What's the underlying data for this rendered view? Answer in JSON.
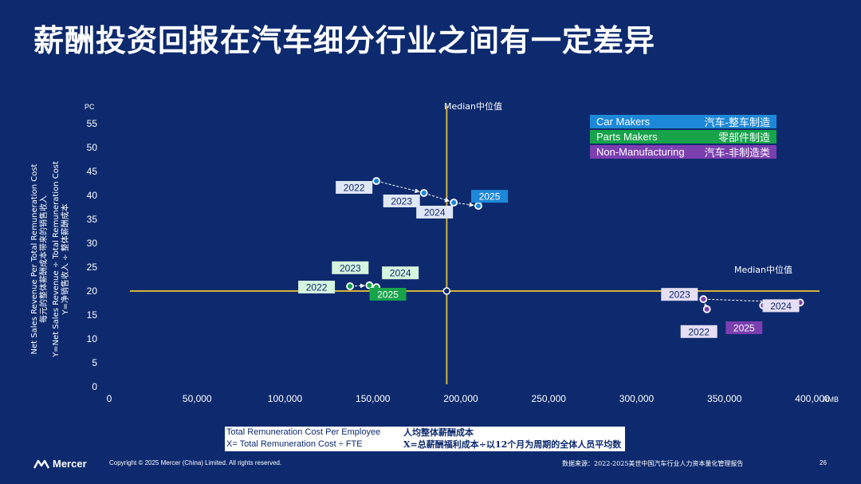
{
  "title": "薪酬投资回报在汽车细分行业之间有一定差异",
  "colors": {
    "background": "#0d2a6e",
    "median_line": "#d4b23a",
    "car_makers": "#1e88d8",
    "parts_makers": "#17a34a",
    "non_manufacturing": "#7b3fb0",
    "year_label_bg": "#dfe6f5",
    "parts_year_label_bg": "#d6f5df",
    "non_mfg_year_label_bg": "#e6def5"
  },
  "legend": [
    {
      "en": "Car Makers",
      "zh": "汽车-整车制造",
      "color": "#1e88d8"
    },
    {
      "en": "Parts Makers",
      "zh": "零部件制造",
      "color": "#17a34a"
    },
    {
      "en": "Non-Manufacturing",
      "zh": "汽车-非制造类",
      "color": "#7b3fb0"
    }
  ],
  "chart_data": {
    "type": "scatter",
    "xlim": [
      0,
      410000
    ],
    "ylim": [
      0,
      55
    ],
    "x_ticks": [
      0,
      50000,
      100000,
      150000,
      200000,
      250000,
      300000,
      350000,
      400000
    ],
    "x_tick_labels": [
      "0",
      "50,000",
      "100,000",
      "150,000",
      "200,000",
      "250,000",
      "300,000",
      "350,000",
      "400,000"
    ],
    "y_ticks": [
      0,
      5,
      10,
      15,
      20,
      25,
      30,
      35,
      40,
      45,
      50,
      55
    ],
    "x_unit": "RMB",
    "y_unit": "PC",
    "ylabel_lines": [
      "Net Sales Revenue Per Total Remuneration Cost",
      "每元的整体薪酬成本带来的销售收入",
      "Y=Net Sales Revenue ÷ Total Remuneration Cost",
      "Y=净销售收入 ÷ 整体薪酬成本"
    ],
    "median_x": 192000,
    "median_y": 20,
    "median_label": "Median中位值",
    "series": [
      {
        "name": "Car Makers",
        "color": "#1e88d8",
        "points": [
          {
            "year": "2022",
            "x": 152000,
            "y": 43
          },
          {
            "year": "2023",
            "x": 179000,
            "y": 40.5
          },
          {
            "year": "2024",
            "x": 196000,
            "y": 38.5
          },
          {
            "year": "2025",
            "x": 210000,
            "y": 37.8
          }
        ]
      },
      {
        "name": "Parts Makers",
        "color": "#17a34a",
        "points": [
          {
            "year": "2022",
            "x": 137000,
            "y": 21
          },
          {
            "year": "2023",
            "x": 148000,
            "y": 21.2
          },
          {
            "year": "2024",
            "x": 152000,
            "y": 20.8
          },
          {
            "year": "2025",
            "x": 154000,
            "y": 19.5
          }
        ]
      },
      {
        "name": "Non-Manufacturing",
        "color": "#7b3fb0",
        "points": [
          {
            "year": "2022",
            "x": 340000,
            "y": 16.2
          },
          {
            "year": "2023",
            "x": 338000,
            "y": 18.3
          },
          {
            "year": "2024",
            "x": 393000,
            "y": 17.6
          },
          {
            "year": "2025",
            "x": 372000,
            "y": 17
          }
        ]
      }
    ]
  },
  "bottom_box": {
    "row1_en": "Total Remuneration Cost Per Employee",
    "row1_zh": "人均整体薪酬成本",
    "row2_en": "X= Total Remuneration Cost ÷ FTE",
    "row2_zh": "X=总薪酬福利成本÷以12个月为周期的全体人员平均数"
  },
  "footer": {
    "logo": "Mercer",
    "copyright": "Copyright © 2025 Mercer (China) Limited. All rights reserved.",
    "source": "数据来源：2022-2025美世中国汽车行业人力资本量化管理报告",
    "page": "26"
  }
}
